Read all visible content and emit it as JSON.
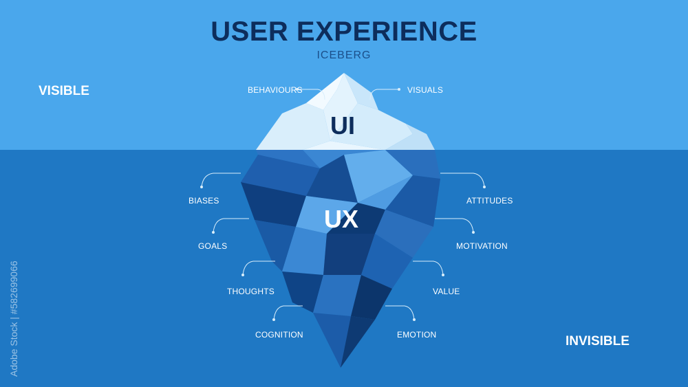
{
  "header": {
    "title": "USER EXPERIENCE",
    "subtitle": "ICEBERG"
  },
  "zones": {
    "visible": "VISIBLE",
    "invisible": "INVISIBLE"
  },
  "tip_label": "UI",
  "body_label": "UX",
  "labels_visible": {
    "left": "BEHAVIOURS",
    "right": "VISUALS"
  },
  "labels_left": [
    "BIASES",
    "GOALS",
    "THOUGHTS",
    "COGNITION"
  ],
  "labels_right": [
    "ATTITUDES",
    "MOTIVATION",
    "VALUE",
    "EMOTION"
  ],
  "watermark": "Adobe Stock | #582699066",
  "colors": {
    "sky": "#4aa7ec",
    "sea": "#1f78c4",
    "title": "#0d2d5c",
    "ice_light": "#e6f4fd",
    "ice_deep": "#0e3a73"
  }
}
